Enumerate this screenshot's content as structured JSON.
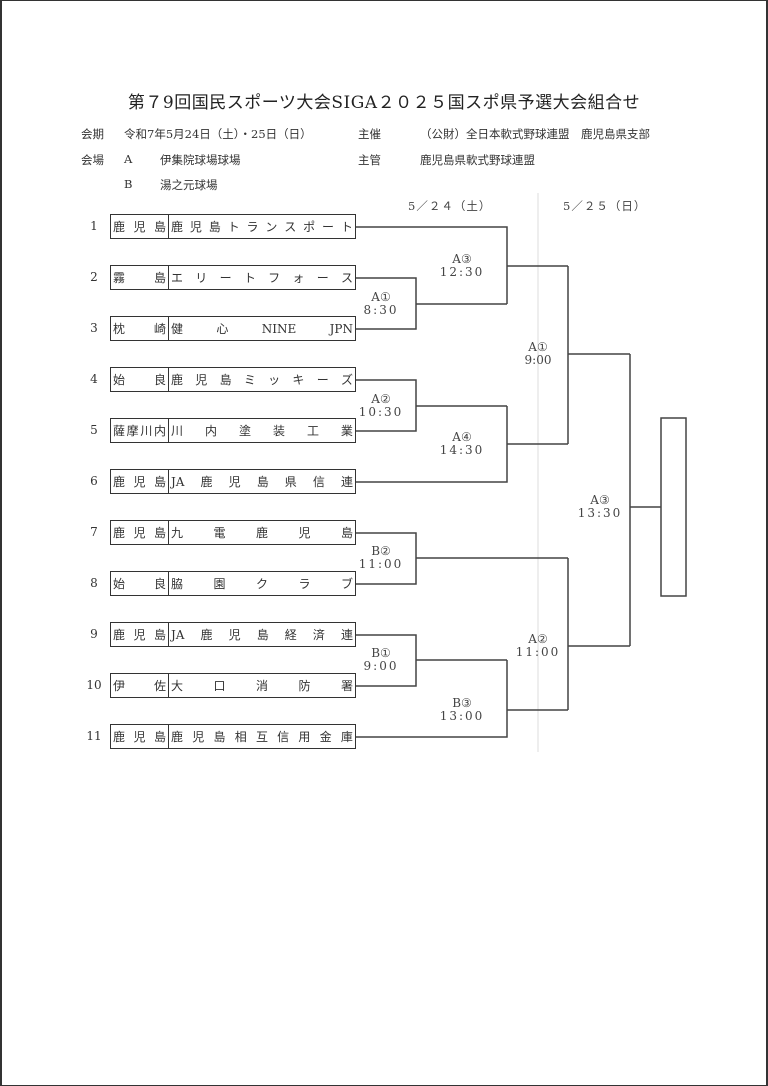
{
  "title": "第７9回国民スポーツ大会SIGA２０２５国スポ県予選大会組合せ",
  "info": {
    "period_label": "会期",
    "period_value": "令和7年5月24日（土）・25日（日）",
    "venue_label": "会場",
    "venue_a_code": "A",
    "venue_a_name": "伊集院球場球場",
    "venue_b_code": "B",
    "venue_b_name": "湯之元球場",
    "host_label": "主催",
    "host_value": "（公財）全日本軟式野球連盟　鹿児島県支部",
    "organizer_label": "主管",
    "organizer_value": "鹿児島県軟式野球連盟"
  },
  "days": [
    {
      "label": "5／２４（土）"
    },
    {
      "label": "5／２５（日）"
    }
  ],
  "teams": [
    {
      "seed": "1",
      "pref": [
        "鹿",
        "児",
        "島"
      ],
      "name": [
        "鹿",
        "児",
        "島",
        "ト",
        "ラ",
        "ン",
        "ス",
        "ポ",
        "ー",
        "ト"
      ]
    },
    {
      "seed": "2",
      "pref": [
        "霧",
        "島"
      ],
      "name": [
        "エ",
        "リ",
        "ー",
        "ト",
        "フ",
        "ォ",
        "ー",
        "ス"
      ]
    },
    {
      "seed": "3",
      "pref": [
        "枕",
        "崎"
      ],
      "name": [
        "健",
        "心",
        "NINE",
        "JPN"
      ]
    },
    {
      "seed": "4",
      "pref": [
        "始",
        "良"
      ],
      "name": [
        "鹿",
        "児",
        "島",
        "ミ",
        "ッ",
        "キ",
        "ー",
        "ズ"
      ]
    },
    {
      "seed": "5",
      "pref": [
        "薩",
        "摩",
        "川",
        "内"
      ],
      "name": [
        "川",
        "内",
        "塗",
        "装",
        "工",
        "業"
      ]
    },
    {
      "seed": "6",
      "pref": [
        "鹿",
        "児",
        "島"
      ],
      "name": [
        "JA",
        "鹿",
        "児",
        "島",
        "県",
        "信",
        "連"
      ]
    },
    {
      "seed": "7",
      "pref": [
        "鹿",
        "児",
        "島"
      ],
      "name": [
        "九",
        "電",
        "鹿",
        "児",
        "島"
      ]
    },
    {
      "seed": "8",
      "pref": [
        "始",
        "良"
      ],
      "name": [
        "脇",
        "園",
        "ク",
        "ラ",
        "ブ"
      ]
    },
    {
      "seed": "9",
      "pref": [
        "鹿",
        "児",
        "島"
      ],
      "name": [
        "JA",
        "鹿",
        "児",
        "島",
        "経",
        "済",
        "連"
      ]
    },
    {
      "seed": "10",
      "pref": [
        "伊",
        "佐"
      ],
      "name": [
        "大",
        "口",
        "消",
        "防",
        "署"
      ]
    },
    {
      "seed": "11",
      "pref": [
        "鹿",
        "児",
        "島"
      ],
      "name": [
        "鹿",
        "児",
        "島",
        "相",
        "互",
        "信",
        "用",
        "金",
        "庫"
      ]
    }
  ],
  "matches": [
    {
      "id": "r1-a1",
      "venue": "A①",
      "time": "8:30"
    },
    {
      "id": "r1-a2",
      "venue": "A②",
      "time": "10:30"
    },
    {
      "id": "r1-b2",
      "venue": "B②",
      "time": "11:00"
    },
    {
      "id": "r1-b1",
      "venue": "B①",
      "time": "9:00"
    },
    {
      "id": "r2-a3",
      "venue": "A③",
      "time": "12:30"
    },
    {
      "id": "r2-a4",
      "venue": "A④",
      "time": "14:30"
    },
    {
      "id": "r2-b3",
      "venue": "B③",
      "time": "13:00"
    },
    {
      "id": "sf-a1",
      "venue": "A①",
      "time": "9:00"
    },
    {
      "id": "sf-a2",
      "venue": "A②",
      "time": "11:00"
    },
    {
      "id": "final-a3",
      "venue": "A③",
      "time": "13:30"
    }
  ]
}
